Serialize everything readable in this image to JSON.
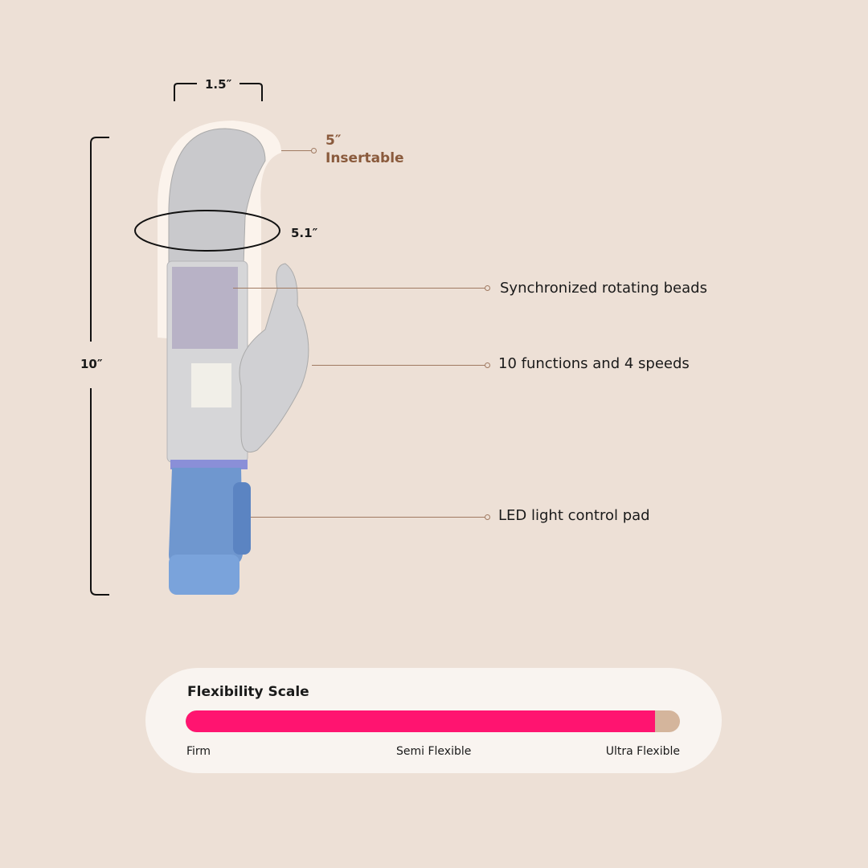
{
  "dimensions": {
    "width": "1.5″",
    "length": "10″",
    "circumference": "5.1″",
    "insertable_value": "5″",
    "insertable_label": "Insertable"
  },
  "features": [
    "Synchronized rotating beads",
    "10 functions and 4 speeds",
    "LED light control pad"
  ],
  "flexibility": {
    "title": "Flexibility Scale",
    "value_fraction": 0.95,
    "labels": [
      "Firm",
      "Semi Flexible",
      "Ultra Flexible"
    ],
    "fill_color": "#ff1470",
    "track_color": "#d4b59c"
  },
  "colors": {
    "background": "#ede0d6",
    "accent": "#8a5a3c"
  }
}
